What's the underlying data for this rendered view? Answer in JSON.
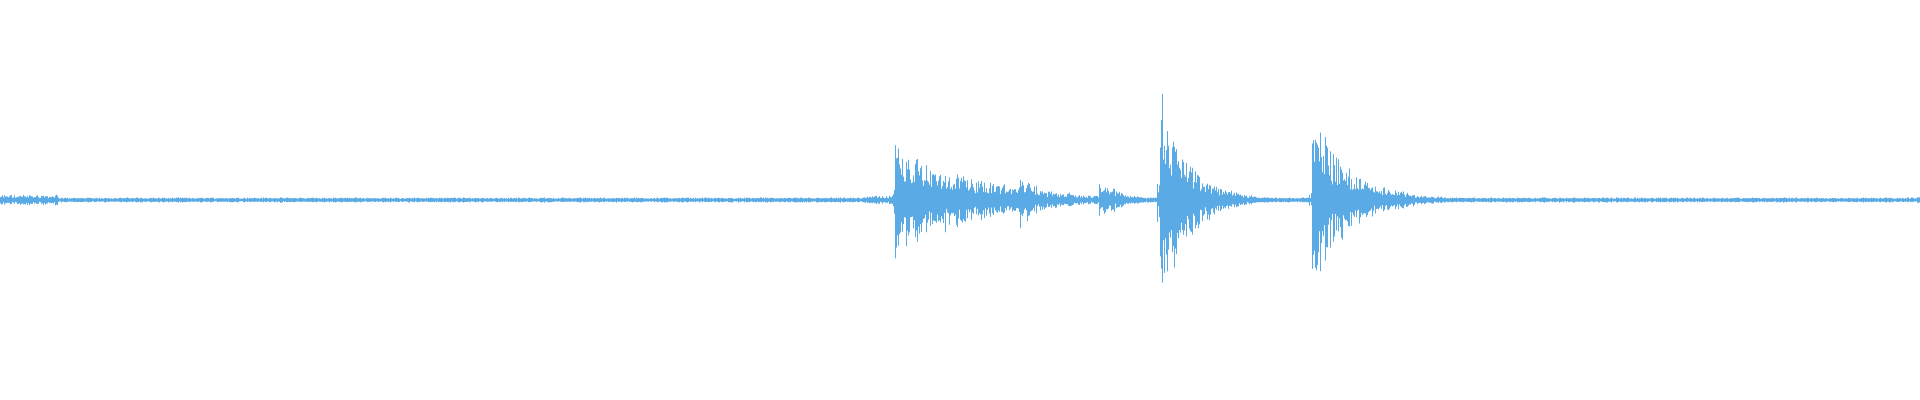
{
  "waveform": {
    "color": "#5aaae6",
    "background": "#ffffff",
    "baseline_amplitude": 0.012,
    "transients": [
      {
        "time": 0.466,
        "peak": 0.52,
        "decay": 0.04
      },
      {
        "time": 0.531,
        "peak": 0.22,
        "decay": 0.012
      },
      {
        "time": 0.572,
        "peak": 0.2,
        "decay": 0.01
      },
      {
        "time": 0.58,
        "peak": 0.1,
        "decay": 0.006
      },
      {
        "time": 0.604,
        "peak": 0.9,
        "decay": 0.015
      },
      {
        "time": 0.61,
        "peak": 0.34,
        "decay": 0.01
      },
      {
        "time": 0.634,
        "peak": 0.08,
        "decay": 0.01
      },
      {
        "time": 0.683,
        "peak": 0.7,
        "decay": 0.02
      },
      {
        "time": 0.998,
        "peak": 0.05,
        "decay": 0.004
      }
    ],
    "noise_regions": [
      {
        "start": 0.0,
        "end": 0.03,
        "amplitude": 0.04
      },
      {
        "start": 0.45,
        "end": 0.47,
        "amplitude": 0.03
      },
      {
        "start": 0.466,
        "end": 0.53,
        "amplitude": 0.06
      }
    ]
  }
}
